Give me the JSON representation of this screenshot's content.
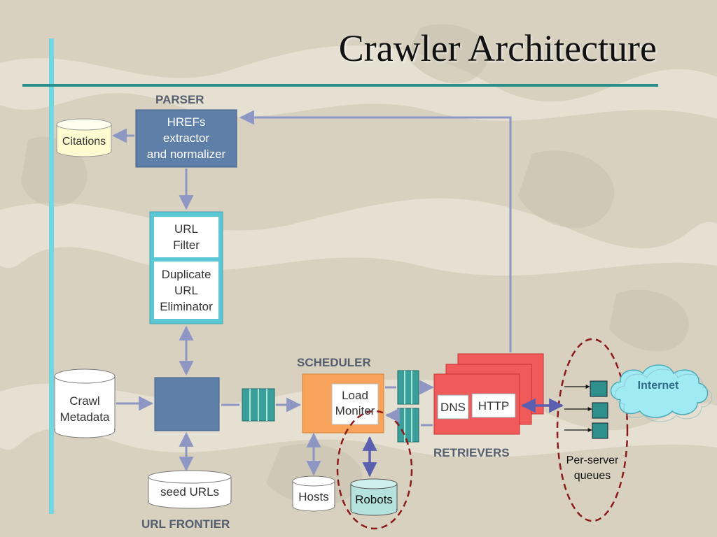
{
  "slide": {
    "title": "Crawler Architecture"
  },
  "sections": {
    "parser": "PARSER",
    "scheduler": "SCHEDULER",
    "retrievers": "RETRIEVERS",
    "url_frontier": "URL FRONTIER"
  },
  "nodes": {
    "hrefs_extractor": [
      "HREFs",
      "extractor",
      "and normalizer"
    ],
    "citations": "Citations",
    "url_filter": [
      "URL",
      "Filter"
    ],
    "duplicate_eliminator": [
      "Duplicate",
      "URL",
      "Eliminator"
    ],
    "crawl_metadata": [
      "Crawl",
      "Metadata"
    ],
    "seed_urls": "seed URLs",
    "load_monitor": [
      "Load",
      "Moniter"
    ],
    "hosts": "Hosts",
    "robots": "Robots",
    "dns": "DNS",
    "http": "HTTP",
    "internet": "Internet",
    "per_server_queues": [
      "Per-server",
      "queues"
    ]
  },
  "colors": {
    "accent_line": "#2a8f8a",
    "left_bar": "#6fd8e0",
    "parser_box": "#5e7fa8",
    "frontier_box": "#5e7fa8",
    "scheduler_box": "#f7a35c",
    "retriever_box": "#f05a5a",
    "queue": "#3a9e9a",
    "cylinder": "#fffbd0",
    "robots_cylinder": "#b6e2de",
    "internet_cloud": "#9feaf3",
    "arrow": "#8e96c4",
    "dashed_ellipse": "#8b1a1a"
  }
}
